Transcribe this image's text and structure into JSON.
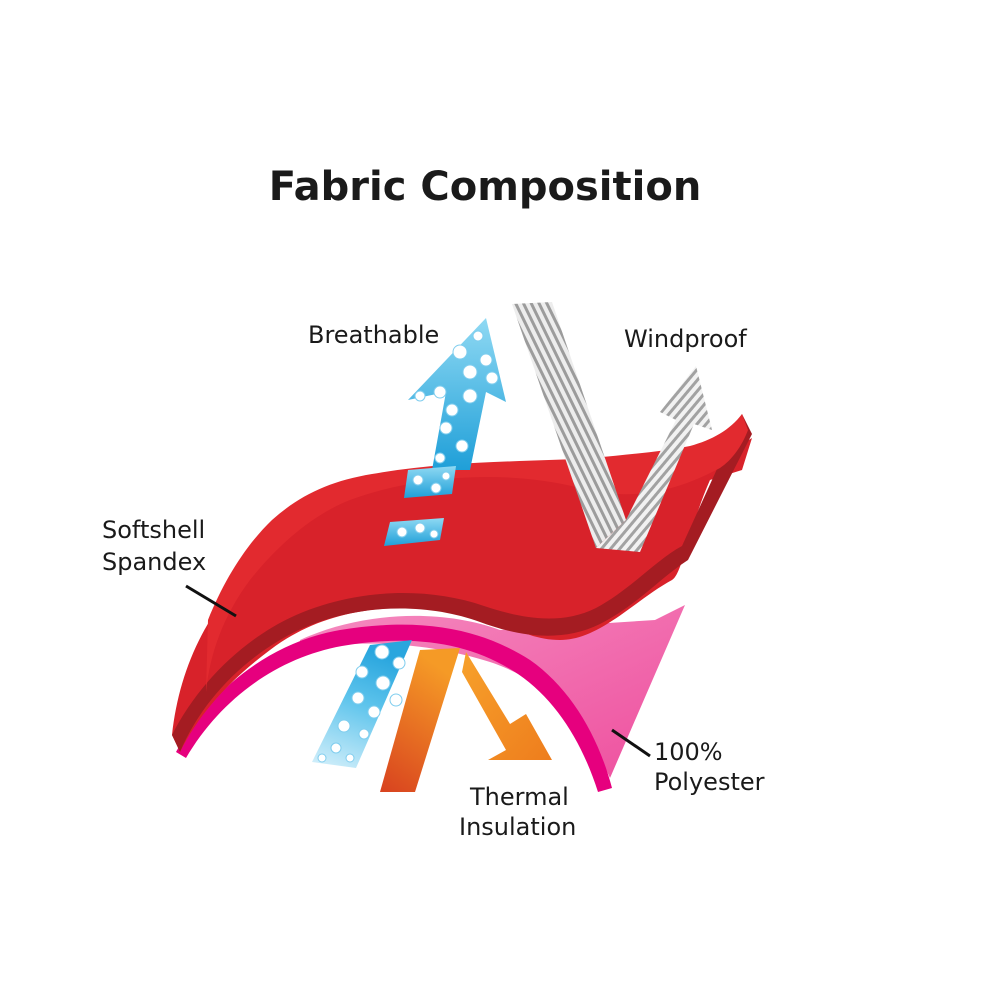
{
  "title": "Fabric Composition",
  "labels": {
    "breathable": "Breathable",
    "windproof": "Windproof",
    "softshell_line1": "Softshell",
    "softshell_line2": "Spandex",
    "polyester_line1": "100%",
    "polyester_line2": "Polyester",
    "thermal_line1": "Thermal",
    "thermal_line2": "Insulation"
  },
  "colors": {
    "outer_layer": "#d8222a",
    "outer_layer_edge": "#a41c22",
    "inner_layer": "#ef5ea6",
    "inner_layer_edge": "#e6007e",
    "breathable_arrow": "#35b4e4",
    "thermal_arrow": "#f39423",
    "thermal_arrow_dark": "#e2501f",
    "windproof_stripes": "#a8a8a8"
  }
}
